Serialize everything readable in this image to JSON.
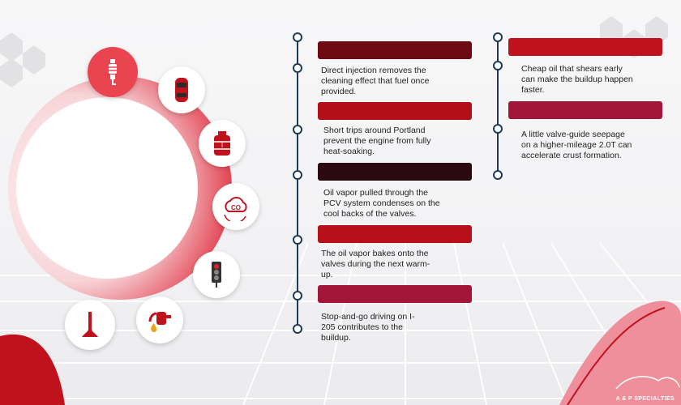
{
  "colors": {
    "accent": "#c0121c",
    "dark_bar": "#2a0a10",
    "timeline": "#1e3a56",
    "pink_blob": "#ef8f9c"
  },
  "icons": [
    "spark-plug-icon",
    "car-icon",
    "fuel-tank-icon",
    "co2-icon",
    "traffic-light-icon",
    "fuel-nozzle-icon",
    "valve-icon"
  ],
  "left_column": [
    {
      "text": "Direct injection removes the cleaning effect that fuel once provided.",
      "bar_color": "#6e0a12"
    },
    {
      "text": "Short trips around Portland prevent the engine from fully heat-soaking.",
      "bar_color": "#b30f18"
    },
    {
      "text": "Oil vapor pulled through the PCV system condenses on the cool backs of the valves.",
      "bar_color": "#2a0a10"
    },
    {
      "text": "The oil vapor bakes onto the valves during the next warm-up.",
      "bar_color": "#b8101a"
    },
    {
      "text": "Stop-and-go driving on I-205 contributes to the buildup.",
      "bar_color": "#a3163a"
    }
  ],
  "right_column": [
    {
      "text": "Cheap oil that shears early can make the buildup happen faster.",
      "bar_color": "#c0121c"
    },
    {
      "text": "A little valve-guide seepage on a higher-mileage 2.0T can accelerate crust formation.",
      "bar_color": "#a3163a"
    }
  ],
  "logo": "A & P SPECIALTIES"
}
